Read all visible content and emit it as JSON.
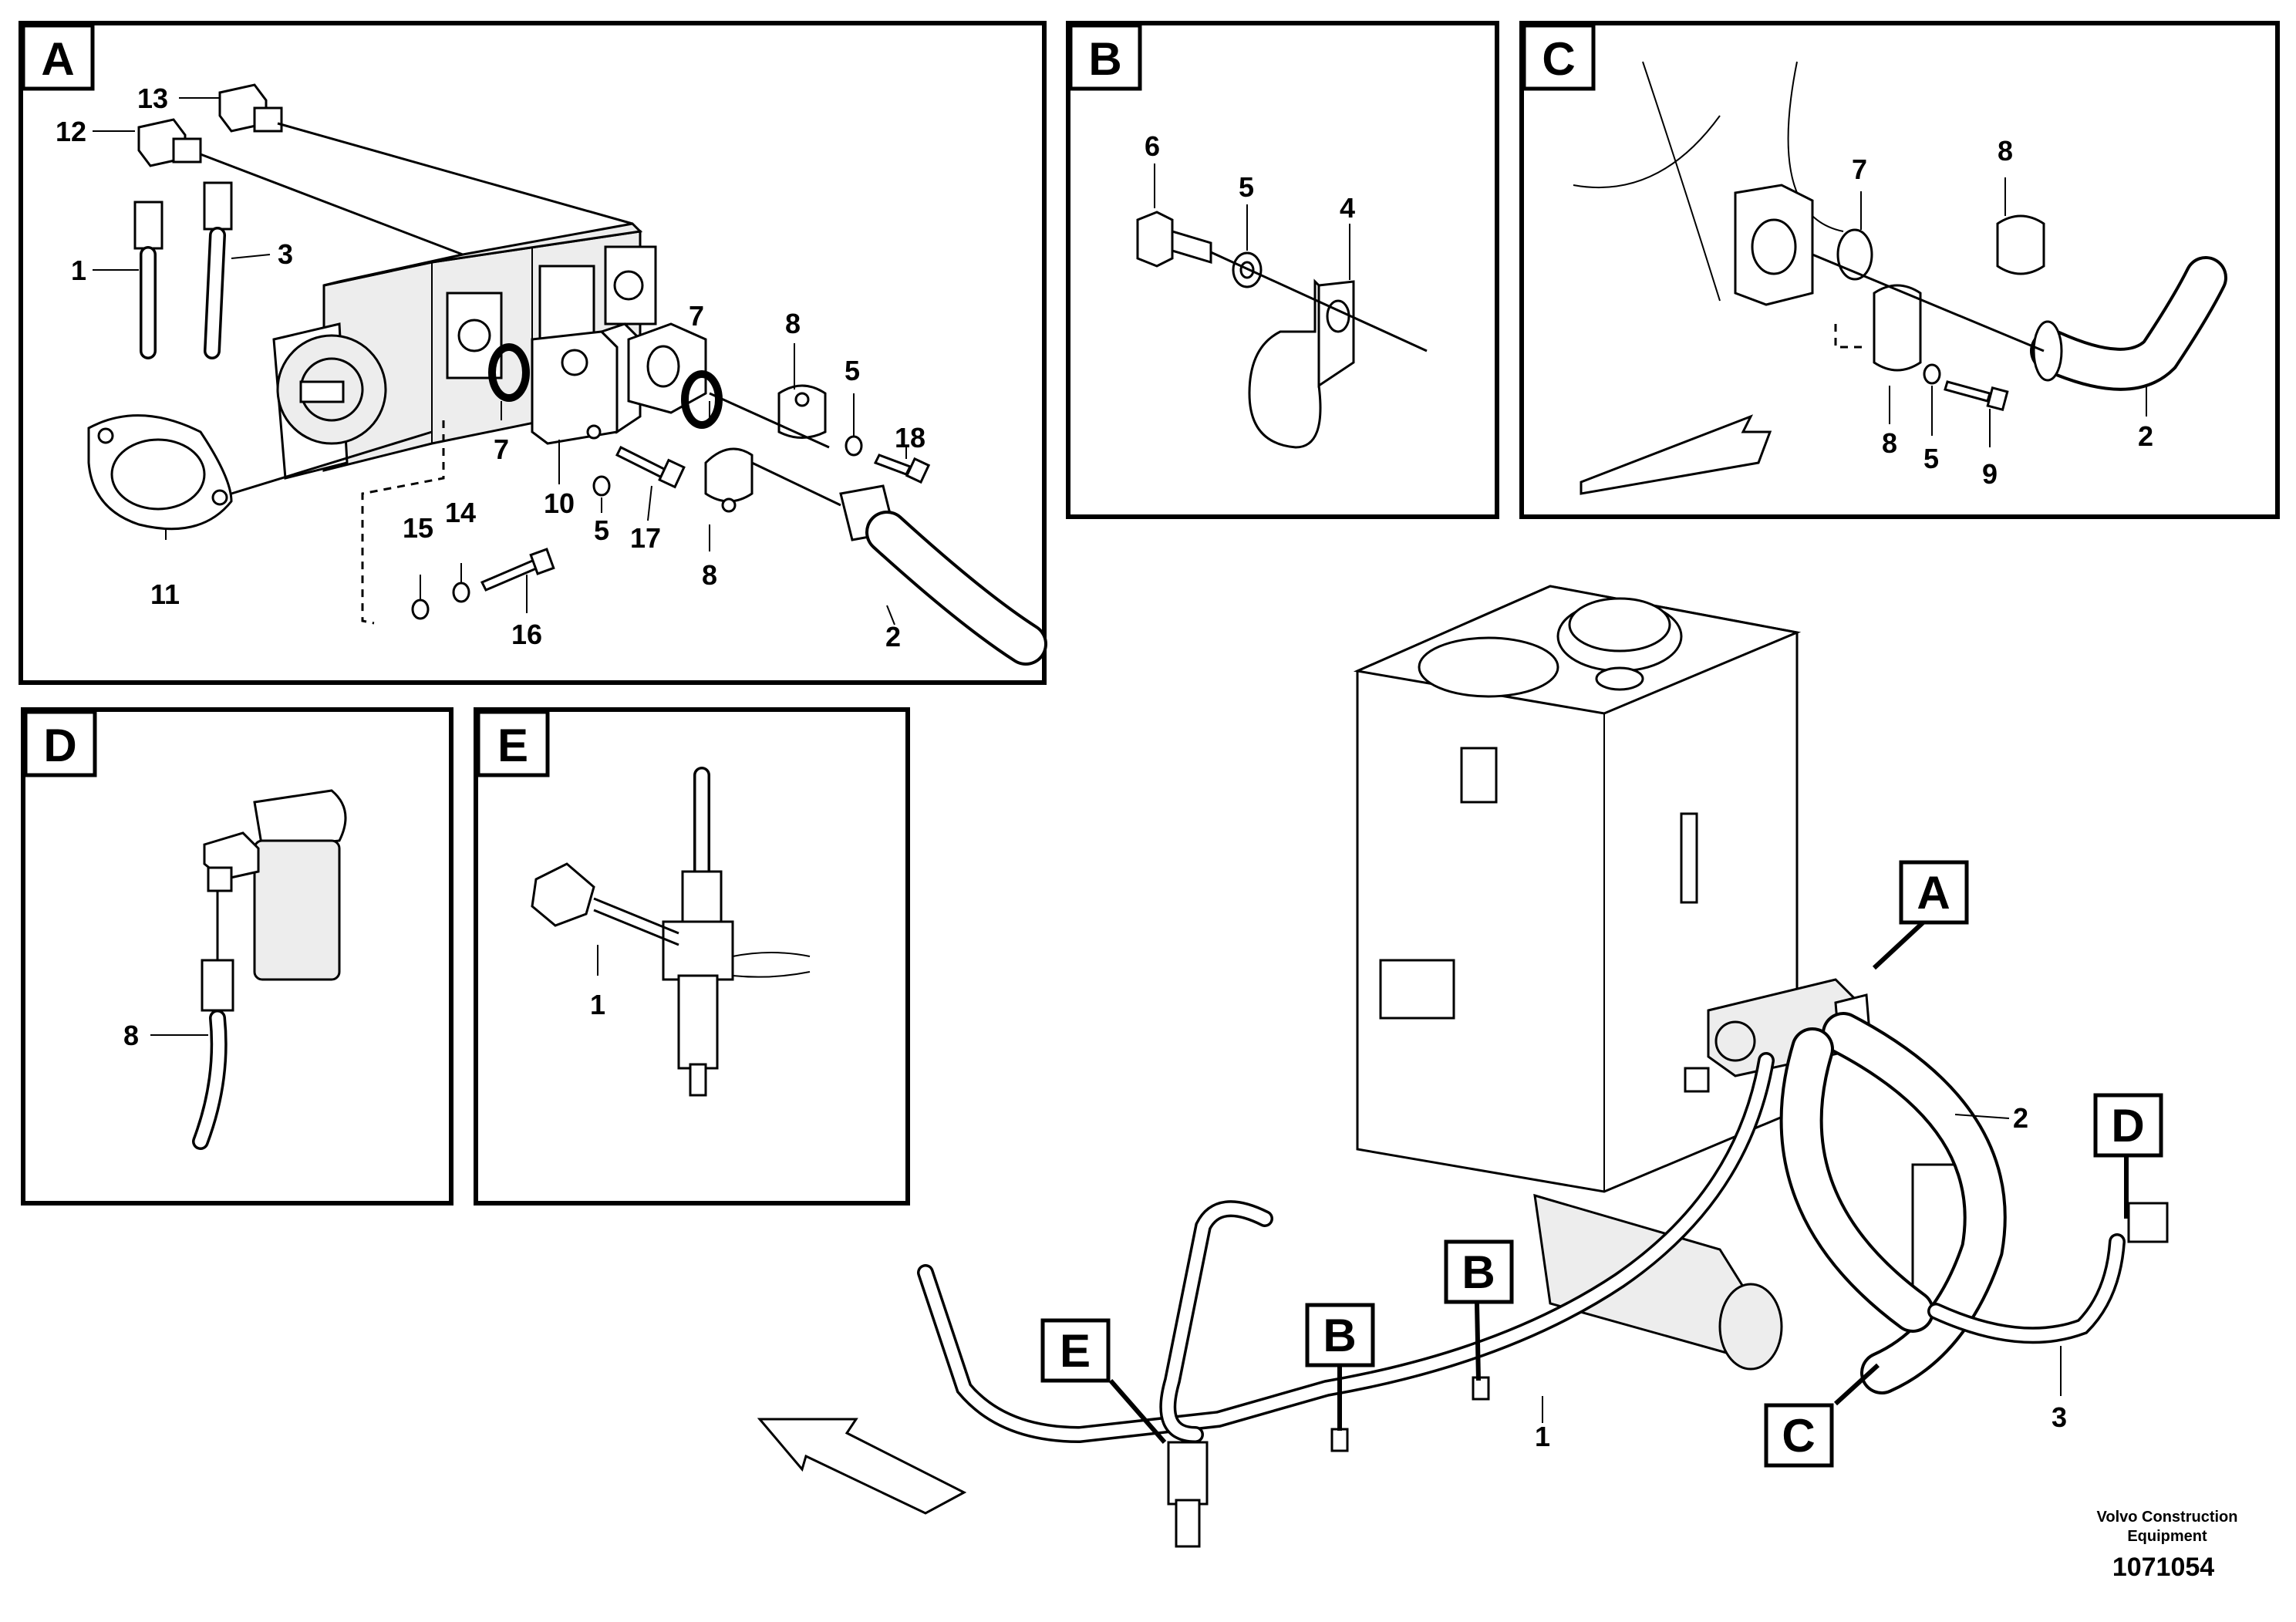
{
  "detail_labels": {
    "a": "A",
    "b": "B",
    "c": "C",
    "d": "D",
    "e": "E"
  },
  "callouts": {
    "a_1": "1",
    "a_2": "2",
    "a_3": "3",
    "a_5a": "5",
    "a_5b": "5",
    "a_7a": "7",
    "a_7b": "7",
    "a_8a": "8",
    "a_8b": "8",
    "a_10": "10",
    "a_11": "11",
    "a_12": "12",
    "a_13": "13",
    "a_14": "14",
    "a_15": "15",
    "a_16": "16",
    "a_17": "17",
    "a_18": "18",
    "b_4": "4",
    "b_5": "5",
    "b_6": "6",
    "c_2": "2",
    "c_5": "5",
    "c_7": "7",
    "c_8a": "8",
    "c_8b": "8",
    "c_9": "9",
    "d_8": "8",
    "e_1": "1",
    "main_1": "1",
    "main_2": "2",
    "main_3": "3"
  },
  "main_view_tags": {
    "a": "A",
    "b1": "B",
    "b2": "B",
    "c": "C",
    "d": "D",
    "e": "E"
  },
  "footer": {
    "company_line1": "Volvo Construction",
    "company_line2": "Equipment",
    "drawing_number": "1071054"
  },
  "icons": [
    "arrow-direction-icon"
  ]
}
